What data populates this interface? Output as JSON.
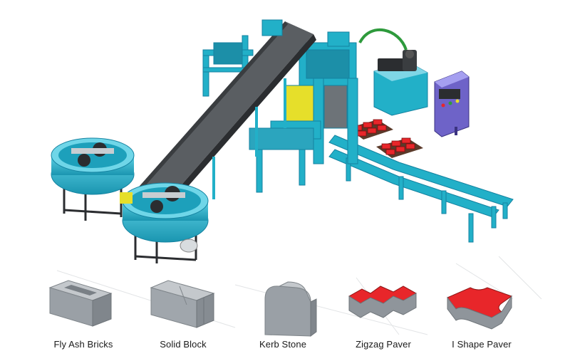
{
  "colors": {
    "frame": "#22b0c8",
    "frame_dark": "#1482a0",
    "belt": "#5a5e62",
    "belt_dark": "#3a3d40",
    "machine_yellow": "#e6df2a",
    "panel_purple": "#6e63c8",
    "paver_red": "#e8262a",
    "block_grey": "#9aa0a6",
    "hose_green": "#2e9a3c"
  },
  "products": [
    {
      "label": "Fly Ash Bricks",
      "icon": "fly-ash-brick-icon"
    },
    {
      "label": "Solid Block",
      "icon": "solid-block-icon"
    },
    {
      "label": "Kerb Stone",
      "icon": "kerb-stone-icon"
    },
    {
      "label": "Zigzag Paver",
      "icon": "zigzag-paver-icon"
    },
    {
      "label": "I Shape Paver",
      "icon": "i-shape-paver-icon"
    }
  ]
}
